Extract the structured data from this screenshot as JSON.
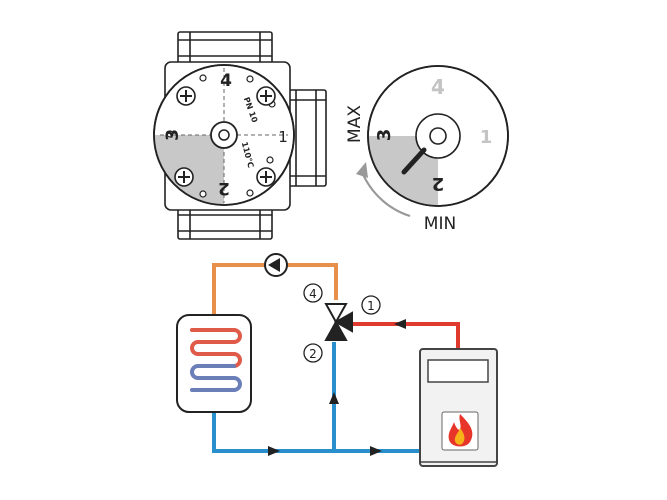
{
  "colors": {
    "hot": "#e0392e",
    "warm": "#e8904a",
    "cold": "#2a8fcd",
    "outline": "#222222",
    "shade": "#c8c8c8",
    "faded": "#c4c4c4",
    "boiler_fill": "#f2f2f2",
    "coil_red": "#e05a4a",
    "coil_blue": "#6a7fb8",
    "flame_outer": "#e8352a",
    "flame_inner": "#f7b21a"
  },
  "valve_body": {
    "port_labels": {
      "top": "4",
      "right": "1",
      "left": "3",
      "bottom": "2"
    },
    "rating_text": "PN 10",
    "temp_text": "110°C"
  },
  "dial": {
    "port_labels": {
      "top": "4",
      "right": "1",
      "left": "3",
      "bottom": "2"
    },
    "max_label": "MAX",
    "min_label": "MIN"
  },
  "schematic": {
    "port_callouts": [
      "④",
      "①",
      "②"
    ],
    "icons": [
      "pump-icon",
      "tank-icon",
      "boiler-icon",
      "flame-icon",
      "mixing-valve-icon"
    ]
  }
}
